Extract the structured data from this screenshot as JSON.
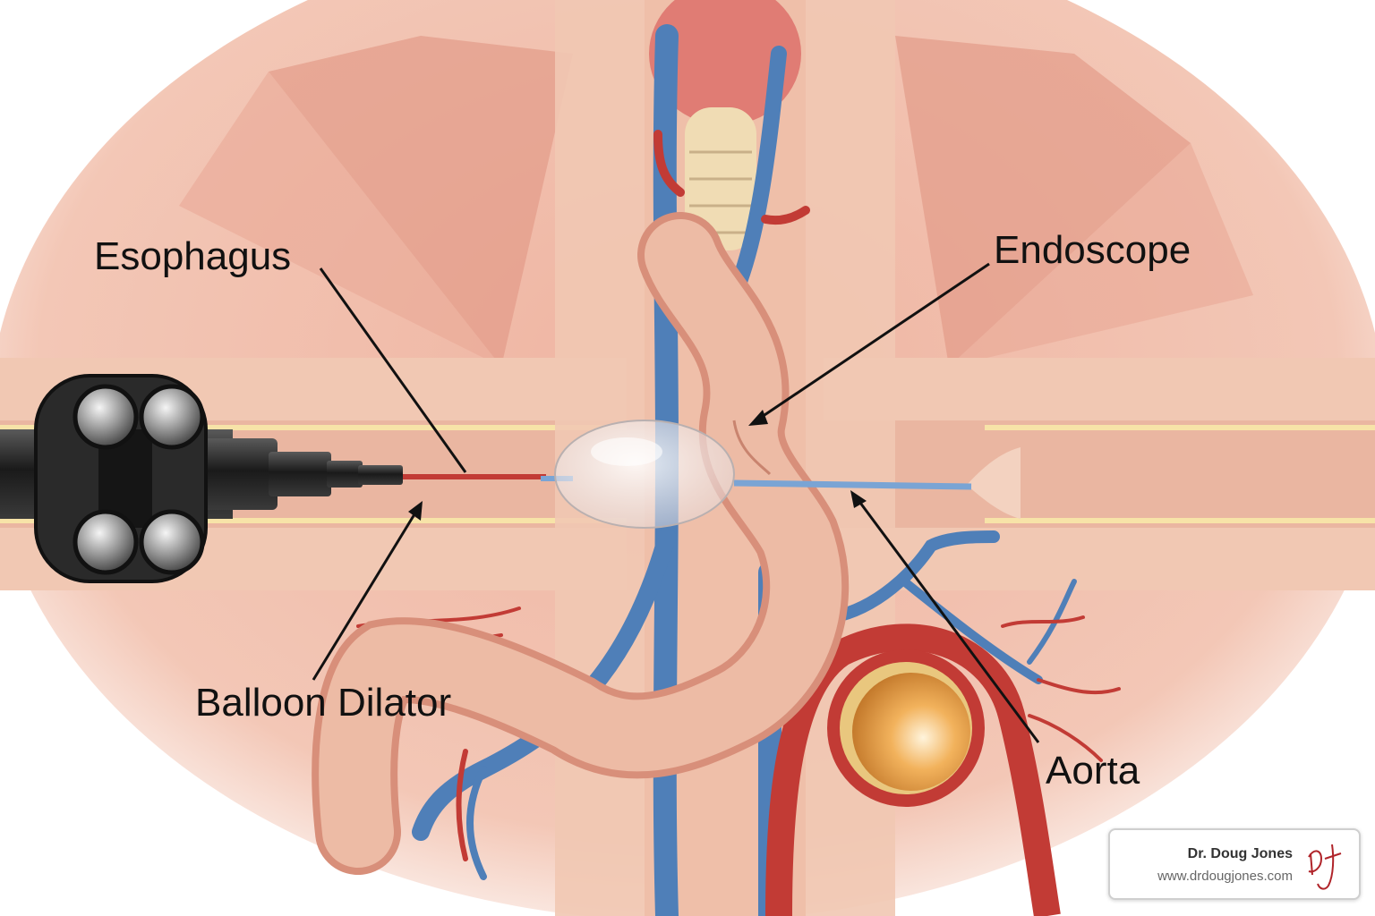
{
  "labels": {
    "esophagus": "Esophagus",
    "endoscope": "Endoscope",
    "balloon_dilator": "Balloon Dilator",
    "aorta": "Aorta"
  },
  "watermark": {
    "name": "Dr. Doug Jones",
    "url": "www.drdougjones.com",
    "signature": "DJ"
  },
  "colors": {
    "muscle": "#d98a7c",
    "tissue": "#f0c3ae",
    "vein": "#4f7fb8",
    "artery": "#c23b35",
    "esophagus_tube": "#eab09c",
    "scope_body": "#1f1f1f"
  }
}
